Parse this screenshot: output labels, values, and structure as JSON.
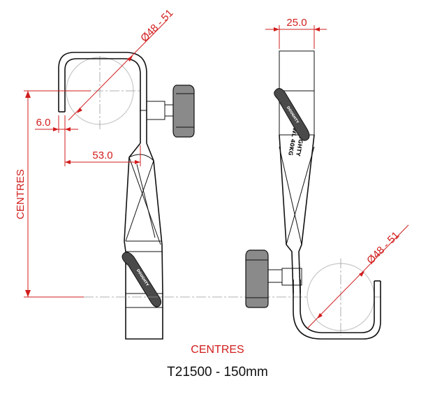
{
  "drawing": {
    "dims": {
      "diameter_left": "Ø48 - 51",
      "diameter_right": "Ø48 - 51",
      "width_top": "25.0",
      "offset_small": "6.0",
      "offset_large": "53.0",
      "centres_vertical": "CENTRES"
    },
    "stamp_lines": [
      "DOUGHTY",
      "SWL 40KG"
    ],
    "handle_logo": "DOUGHTY"
  },
  "captions": {
    "centres": "CENTRES",
    "part": "T21500 - 150mm"
  },
  "colors": {
    "dimension": "#d11c1c",
    "line": "#111111"
  }
}
